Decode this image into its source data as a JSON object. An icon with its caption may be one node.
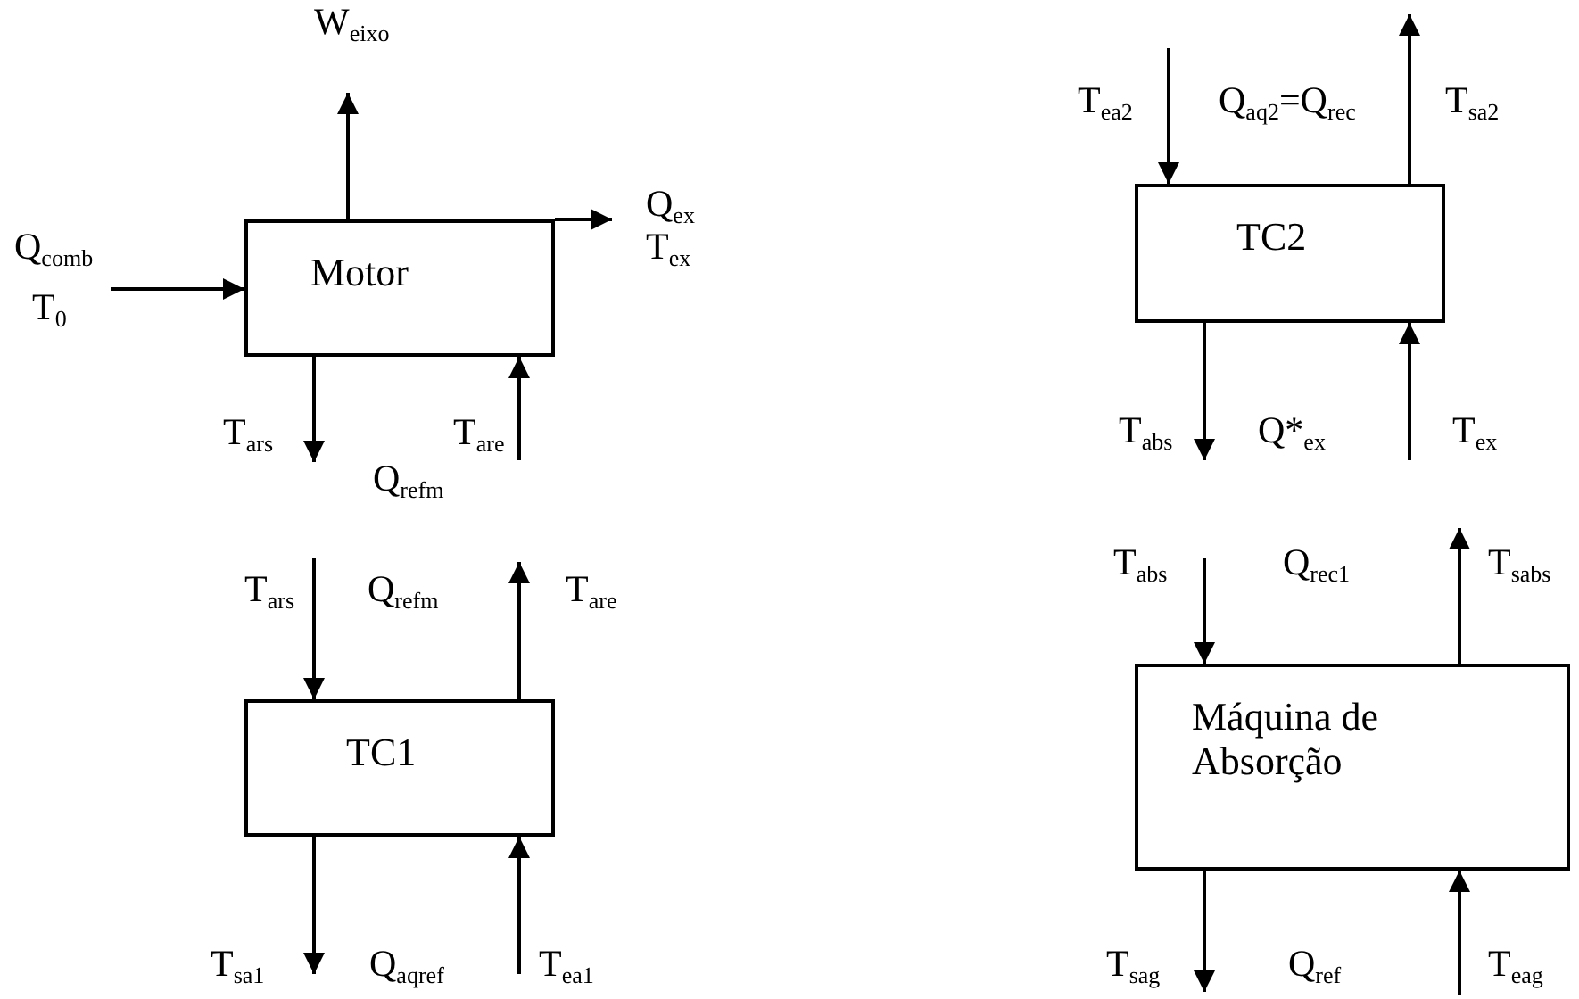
{
  "diagram": {
    "nodes": [
      {
        "text": [
          "Motor"
        ]
      },
      {
        "text": [
          "TC2"
        ]
      },
      {
        "text": [
          "TC1"
        ]
      },
      {
        "text": [
          "Máquina de Absorção"
        ]
      }
    ],
    "edges": [
      {
        "from": 0,
        "to": null,
        "arrow": "to"
      },
      {
        "from": 0,
        "to": null,
        "arrow": "to"
      },
      {
        "from": null,
        "to": 0,
        "arrow": "to"
      },
      {
        "from": 0,
        "to": null,
        "arrow": "to"
      },
      {
        "from": null,
        "to": 0,
        "arrow": "to"
      },
      {
        "from": null,
        "to": 1,
        "arrow": "to"
      },
      {
        "from": 1,
        "to": null,
        "arrow": "to"
      },
      {
        "from": 1,
        "to": null,
        "arrow": "to"
      },
      {
        "from": null,
        "to": 1,
        "arrow": "to"
      },
      {
        "from": null,
        "to": 2,
        "arrow": "to"
      },
      {
        "from": 2,
        "to": null,
        "arrow": "to"
      },
      {
        "from": 2,
        "to": null,
        "arrow": "to"
      },
      {
        "from": null,
        "to": 2,
        "arrow": "to"
      },
      {
        "from": null,
        "to": 3,
        "arrow": "to"
      },
      {
        "from": 3,
        "to": null,
        "arrow": "to"
      },
      {
        "from": 3,
        "to": null,
        "arrow": "to"
      },
      {
        "from": null,
        "to": 3,
        "arrow": "to"
      }
    ],
    "labels": [
      "W$_{eixo}$",
      "Q$_{ex}$",
      "Q$_{comb}$",
      "T$_{ex}$",
      "T$_{0}$",
      "T$_{ars}$",
      "T$_{are}$",
      "Q$_{refm}$",
      "T$_{ea2}$",
      "Q$_{aq2}$=Q$_{rec}$",
      "T$_{sa2}$",
      "T$_{abs}$",
      "Q*$_{ex}$",
      "T$_{ex}$",
      "T$_{ars}$",
      "Q$_{refm}$",
      "T$_{are}$",
      "T$_{sa1}$",
      "Q$_{aqref}$",
      "T$_{ea1}$",
      "T$_{abs}$",
      "Q$_{rec1}$",
      "T$_{sabs}$",
      "T$_{sag}$",
      "Q$_{ref}$",
      "T$_{eag}$"
    ]
  }
}
